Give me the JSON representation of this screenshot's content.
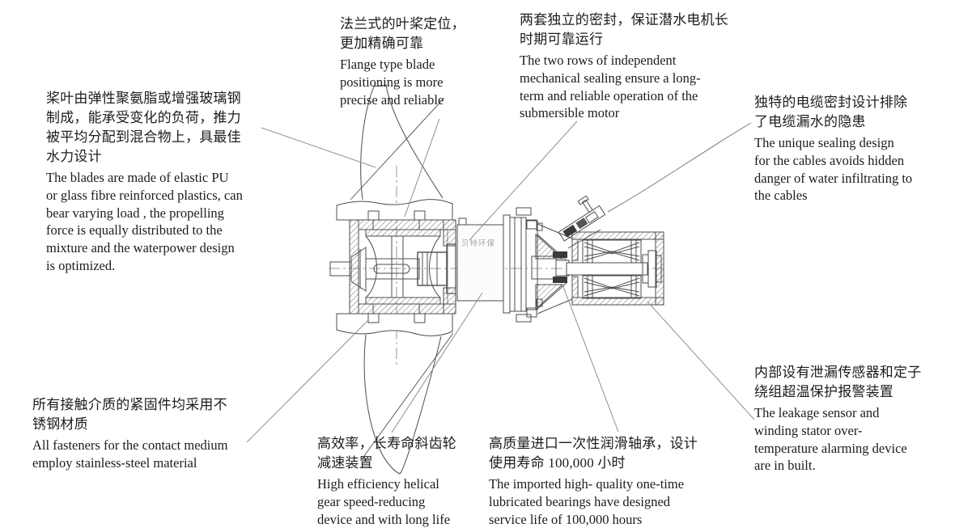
{
  "colors": {
    "line": "#4d4d4d",
    "leader": "#8f8f8f",
    "text": "#1c1c1c",
    "watermark": "#a3a3a3",
    "background": "#ffffff"
  },
  "watermark": "贝特环保",
  "labels": {
    "blades": {
      "zh": "桨叶由弹性聚氨脂或增强玻璃钢\n制成，能承受变化的负荷，推力\n被平均分配到混合物上，具最佳\n水力设计",
      "en": "The blades are made of elastic PU\nor glass fibre reinforced plastics, can\nbear varying load , the propelling\nforce is equally distributed to the\nmixture and the waterpower design\nis optimized."
    },
    "flange": {
      "zh": "法兰式的叶桨定位，\n更加精确可靠",
      "en": "Flange type blade\npositioning is more\nprecise and reliable"
    },
    "seal": {
      "zh": "两套独立的密封，保证潜水电机长\n时期可靠运行",
      "en": "The two rows of independent\nmechanical sealing ensure a long-\nterm and reliable operation of the\nsubmersible motor"
    },
    "cable": {
      "zh": "独特的电缆密封设计排除\n了电缆漏水的隐患",
      "en": "The unique sealing design\nfor the cables avoids hidden\ndanger of water infiltrating to\nthe cables"
    },
    "fasteners": {
      "zh": "所有接触介质的紧固件均采用不\n锈钢材质",
      "en": "All fasteners for the contact medium\nemploy stainless-steel material"
    },
    "gear": {
      "zh": "高效率，长寿命斜齿轮\n减速装置",
      "en": "High efficiency helical\ngear speed-reducing\ndevice and with long life"
    },
    "bearings": {
      "zh": "高质量进口一次性润滑轴承，设计\n使用寿命 100,000 小时",
      "en": "The imported high- quality one-time\nlubricated bearings have designed\nservice life of 100,000 hours"
    },
    "leakage": {
      "zh": "内部设有泄漏传感器和定子\n绕组超温保护报警装置",
      "en": "The leakage sensor and\nwinding stator over-\ntemperature alarming device\nare in built."
    }
  }
}
